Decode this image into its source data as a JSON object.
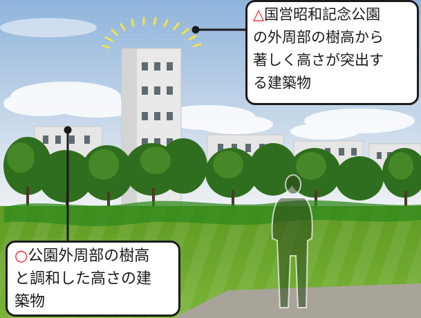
{
  "callouts": {
    "top": {
      "marker": "△",
      "marker_color": "#e8151b",
      "lines": [
        "国営昭和記念公園",
        "の外周部の樹高から",
        "著しく高さが突出す",
        "る建築物"
      ]
    },
    "bottom": {
      "marker": "○",
      "marker_color": "#e8151b",
      "lines": [
        "公園外周部の樹高",
        "と調和した高さの建",
        "築物"
      ]
    }
  },
  "colors": {
    "sky_top": "#9fc0e2",
    "sky_bottom": "#e9eef3",
    "grass": "#6aa329",
    "hedge": "#3d8a1e",
    "building": "#e4e4e4",
    "sun_rays": "#f2e44a",
    "leader_line": "#1a1a1a"
  }
}
